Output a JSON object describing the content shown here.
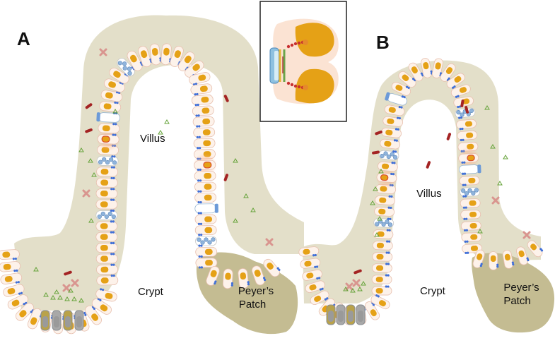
{
  "figure": {
    "panel_a": {
      "letter": "A",
      "villus_label": "Villus",
      "crypt_label": "Crypt",
      "patch_label_line1": "Peyer’s",
      "patch_label_line2": "Patch"
    },
    "panel_b": {
      "letter": "B",
      "villus_label": "Villus",
      "crypt_label": "Crypt",
      "patch_label_line1": "Peyer’s",
      "patch_label_line2": "Patch"
    }
  },
  "colors": {
    "lamina": "#e3dfc9",
    "patch": "#c4bc92",
    "cell_fill": "#fdf2ea",
    "cell_border": "#e7bfae",
    "nucleus": "#e5a116",
    "junction": "#3f6fd8",
    "bacteria": "#a42323",
    "triangle": "#66a33a",
    "x_cell": "#d9958f",
    "goblet": "#8fb4dc",
    "paneth_shell": "#8a8f94",
    "stem": "#a8a8a8"
  }
}
